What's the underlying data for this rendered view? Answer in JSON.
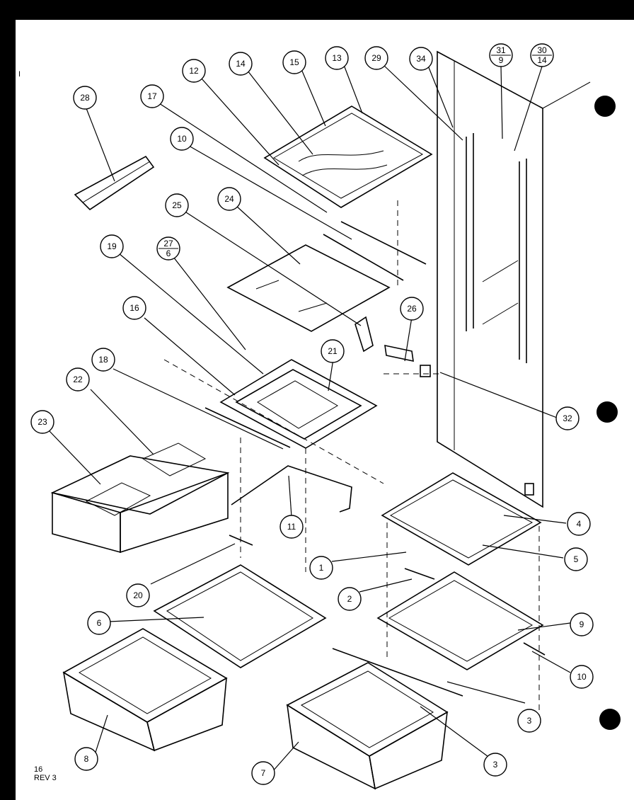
{
  "sheet": {
    "corner_mark": "I",
    "footer": {
      "page_number": "16",
      "revision": "REV 3"
    }
  },
  "callouts": [
    {
      "id": "28",
      "label": "28"
    },
    {
      "id": "17",
      "label": "17"
    },
    {
      "id": "12",
      "label": "12"
    },
    {
      "id": "14",
      "label": "14"
    },
    {
      "id": "15",
      "label": "15"
    },
    {
      "id": "13",
      "label": "13"
    },
    {
      "id": "29",
      "label": "29"
    },
    {
      "id": "34",
      "label": "34"
    },
    {
      "id": "31-9",
      "top": "31",
      "bottom": "9"
    },
    {
      "id": "30-14",
      "top": "30",
      "bottom": "14"
    },
    {
      "id": "10",
      "label": "10"
    },
    {
      "id": "25",
      "label": "25"
    },
    {
      "id": "24",
      "label": "24"
    },
    {
      "id": "19",
      "label": "19"
    },
    {
      "id": "27-6",
      "top": "27",
      "bottom": "6"
    },
    {
      "id": "16",
      "label": "16"
    },
    {
      "id": "26",
      "label": "26"
    },
    {
      "id": "21",
      "label": "21"
    },
    {
      "id": "18",
      "label": "18"
    },
    {
      "id": "22",
      "label": "22"
    },
    {
      "id": "23",
      "label": "23"
    },
    {
      "id": "32",
      "label": "32"
    },
    {
      "id": "11",
      "label": "11"
    },
    {
      "id": "4",
      "label": "4"
    },
    {
      "id": "5",
      "label": "5"
    },
    {
      "id": "1",
      "label": "1"
    },
    {
      "id": "2",
      "label": "2"
    },
    {
      "id": "20",
      "label": "20"
    },
    {
      "id": "6",
      "label": "6"
    },
    {
      "id": "9",
      "label": "9"
    },
    {
      "id": "10b",
      "label": "10"
    },
    {
      "id": "3",
      "label": "3"
    },
    {
      "id": "8",
      "label": "8"
    },
    {
      "id": "7",
      "label": "7"
    },
    {
      "id": "3b",
      "label": "3"
    }
  ]
}
